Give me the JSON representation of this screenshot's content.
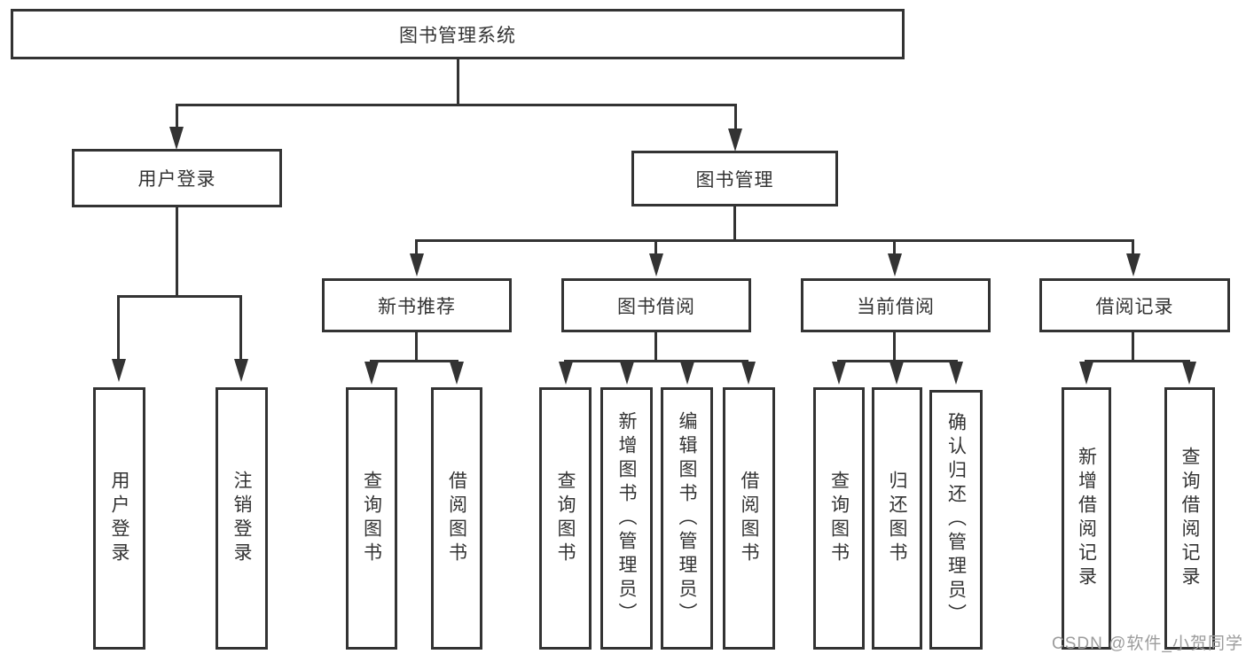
{
  "diagram": {
    "root": {
      "label": "图书管理系统"
    },
    "branches": [
      {
        "label": "用户登录",
        "children": [
          {
            "label": "用户登录"
          },
          {
            "label": "注销登录"
          }
        ]
      },
      {
        "label": "图书管理",
        "children": [
          {
            "label": "新书推荐",
            "children": [
              {
                "label": "查询图书"
              },
              {
                "label": "借阅图书"
              }
            ]
          },
          {
            "label": "图书借阅",
            "children": [
              {
                "label": "查询图书"
              },
              {
                "label": "新增图书（管理员）"
              },
              {
                "label": "编辑图书（管理员）"
              },
              {
                "label": "借阅图书"
              }
            ]
          },
          {
            "label": "当前借阅",
            "children": [
              {
                "label": "查询图书"
              },
              {
                "label": "归还图书"
              },
              {
                "label": "确认归还（管理员）"
              }
            ]
          },
          {
            "label": "借阅记录",
            "children": [
              {
                "label": "新增借阅记录"
              },
              {
                "label": "查询借阅记录"
              }
            ]
          }
        ]
      }
    ]
  },
  "watermark": {
    "text": "CSDN @软件_小贺同学"
  },
  "colors": {
    "line": "#333333",
    "text": "#333333",
    "watermark": "#9c9c9c",
    "background": "#ffffff"
  }
}
